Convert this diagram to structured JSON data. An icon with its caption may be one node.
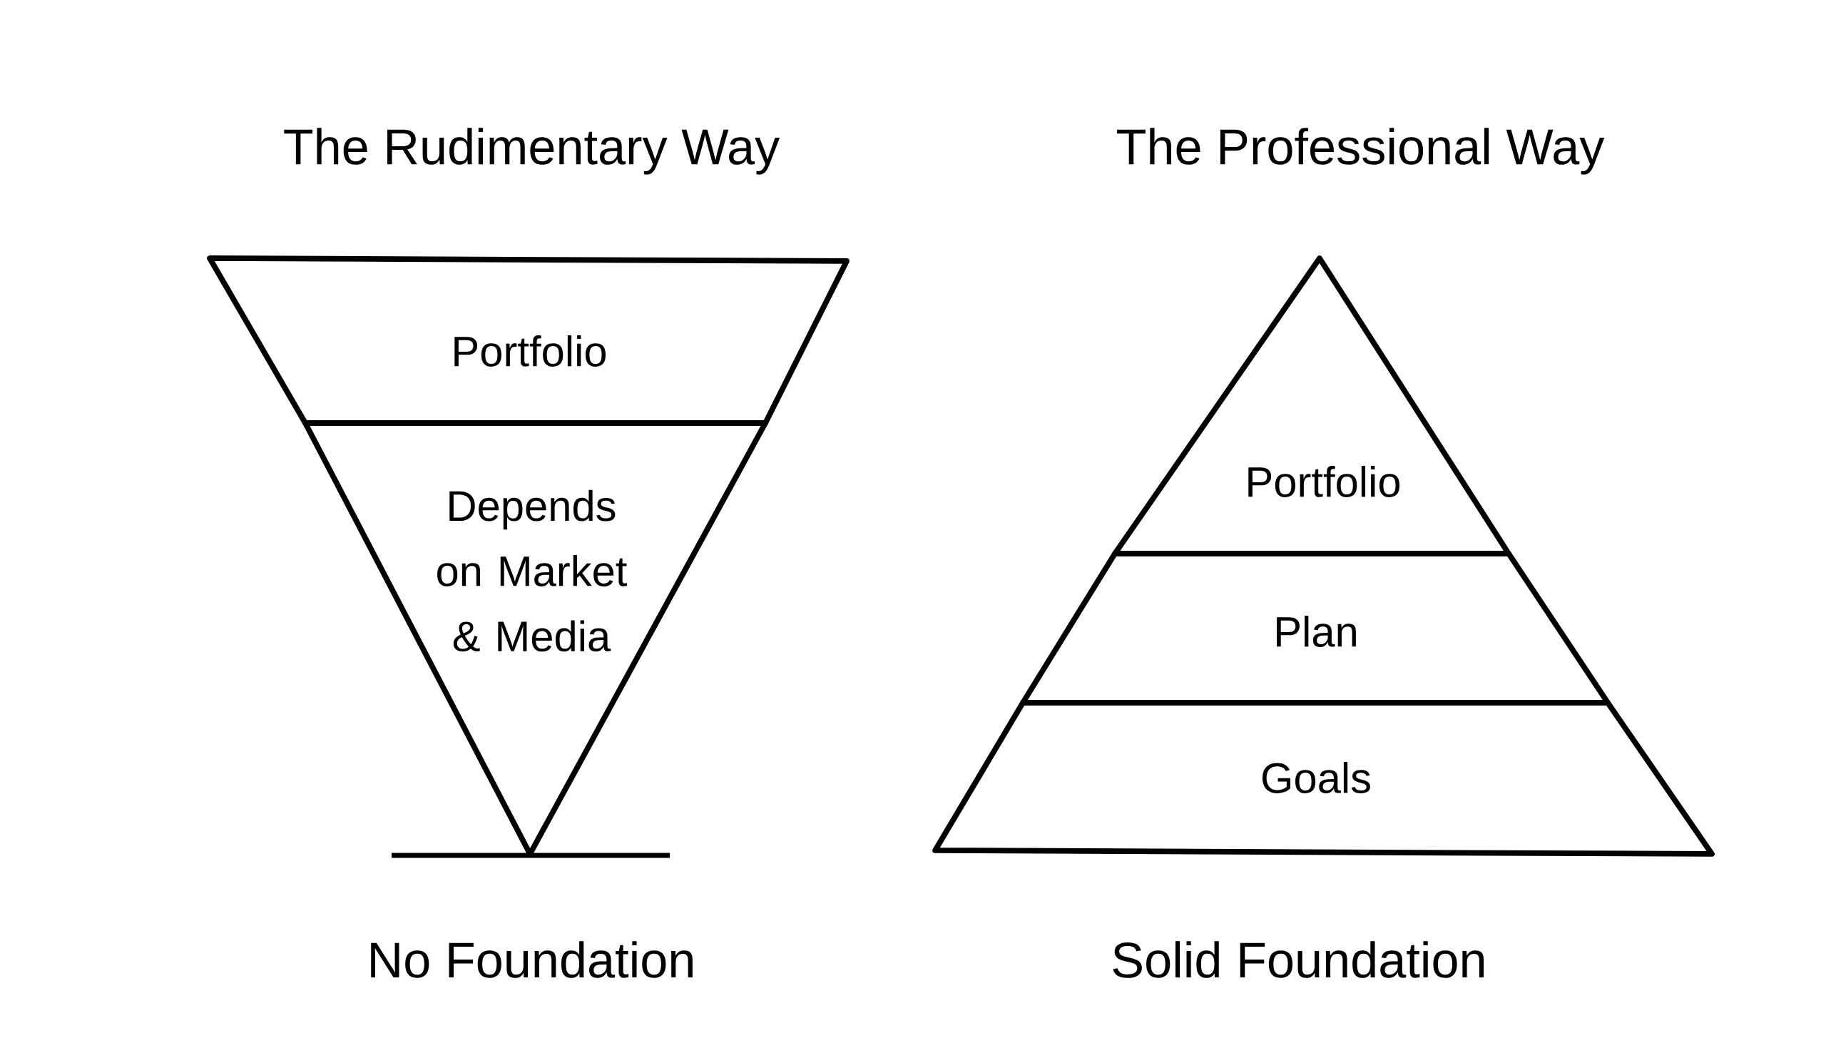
{
  "diagram": {
    "nodes": [
      {
        "text": [
          "Portfolio"
        ]
      },
      {
        "text": [
          "Depends on Market & Media"
        ]
      },
      {
        "text": [
          "Portfolio"
        ]
      },
      {
        "text": [
          "Plan"
        ]
      },
      {
        "text": [
          "Goals"
        ]
      }
    ],
    "labels": [
      "The Rudimentary Way",
      "The Professional Way",
      "No Foundation",
      "Solid Foundation"
    ]
  }
}
